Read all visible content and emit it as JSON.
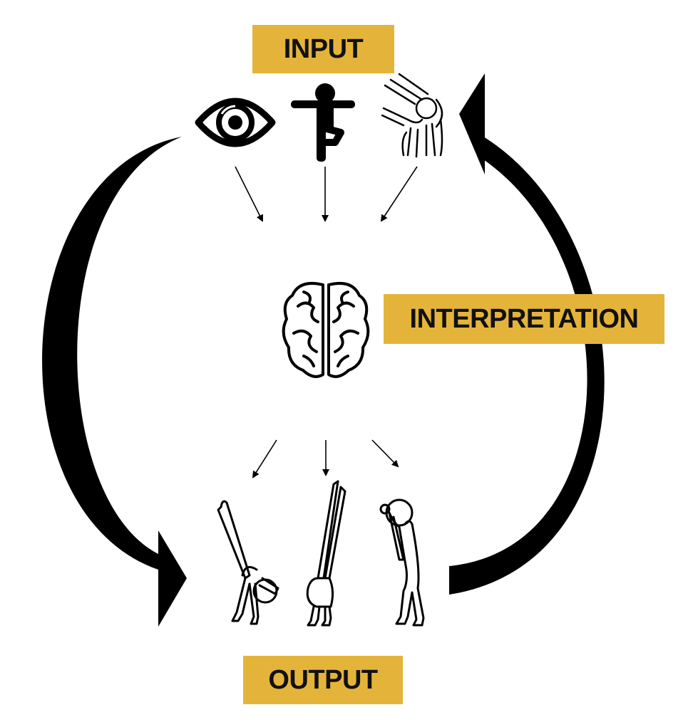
{
  "labels": {
    "input": "INPUT",
    "interpretation": "INTERPRETATION",
    "output": "OUTPUT"
  },
  "colors": {
    "label_background": "#E4B43A",
    "ink": "#000000",
    "background": "#FFFFFF"
  },
  "icons": {
    "inputs": [
      "eye-icon",
      "balancing-person-icon",
      "knee-joint-icon"
    ],
    "interpretation": "brain-icon",
    "outputs": [
      "cartwheel-figure-icon",
      "handstand-figure-icon",
      "bent-over-figure-icon"
    ]
  }
}
